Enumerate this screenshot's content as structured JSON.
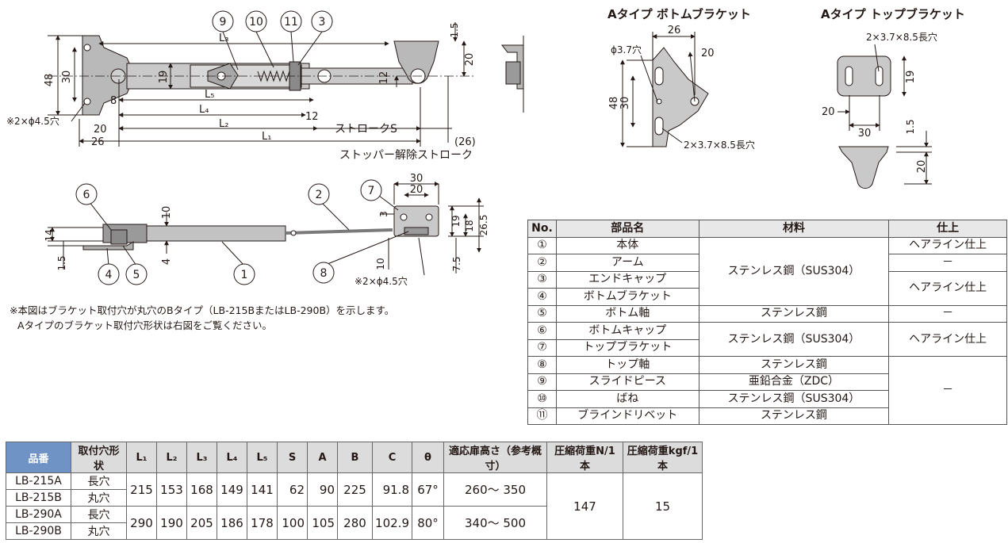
{
  "top_drawing": {
    "callouts": [
      "9",
      "10",
      "11",
      "3"
    ],
    "dims": {
      "L3": "L₃",
      "L5": "L₅",
      "L4": "L₄",
      "L2": "L₂",
      "L1": "L₁",
      "d48": "48",
      "d30": "30",
      "d19": "19",
      "d12": "12",
      "d15": "1.5",
      "d20": "20",
      "d8": "8",
      "d12b": "12",
      "d20b": "20",
      "d26": "26",
      "stroke": "ストロークS",
      "d26p": "(26)",
      "release": "ストッパー解除ストローク",
      "holes": "※2×ϕ4.5穴"
    }
  },
  "side_drawing": {
    "callouts": [
      "6",
      "2",
      "7",
      "4",
      "5",
      "1",
      "8"
    ],
    "dims": {
      "d10": "10",
      "d14": "14",
      "d4": "4",
      "d15": "1.5",
      "d30": "30",
      "d20": "20",
      "d3": "3",
      "d19": "19",
      "d18": "18",
      "d265": "26.5",
      "d10b": "10",
      "d75": "7.5",
      "holes": "※2×ϕ4.5穴"
    }
  },
  "notes": [
    "※本図はブラケット取付穴が丸穴のBタイプ（LB-215BまたはLB-290B）を示します。",
    "Aタイプのブラケット取付穴形状は右図をご覧ください。"
  ],
  "bottom_bracket": {
    "title": "Aタイプ ボトムブラケット",
    "dims": {
      "d26": "26",
      "phi": "ϕ3.7穴",
      "d20": "20",
      "d48": "48",
      "d30": "30",
      "slots": "2×3.7×8.5長穴"
    }
  },
  "top_bracket": {
    "title": "Aタイプ トップブラケット",
    "dims": {
      "slots": "2×3.7×8.5長穴",
      "d19": "19",
      "d20": "20",
      "d30": "30",
      "d15": "1.5",
      "d20b": "20"
    }
  },
  "parts_table": {
    "headers": [
      "No.",
      "部品名",
      "材料",
      "仕上"
    ],
    "rows": [
      {
        "no": "①",
        "name": "本体"
      },
      {
        "no": "②",
        "name": "アーム"
      },
      {
        "no": "③",
        "name": "エンドキャップ"
      },
      {
        "no": "④",
        "name": "ボトムブラケット"
      },
      {
        "no": "⑤",
        "name": "ボトム軸"
      },
      {
        "no": "⑥",
        "name": "ボトムキャップ"
      },
      {
        "no": "⑦",
        "name": "トップブラケット"
      },
      {
        "no": "⑧",
        "name": "トップ軸"
      },
      {
        "no": "⑨",
        "name": "スライドピース"
      },
      {
        "no": "⑩",
        "name": "ばね"
      },
      {
        "no": "⑪",
        "name": "ブラインドリベット"
      }
    ],
    "materials": {
      "m1": "ステンレス鋼（SUS304）",
      "m5": "ステンレス鋼",
      "m6": "ステンレス鋼（SUS304）",
      "m8": "ステンレス鋼",
      "m9": "亜鉛合金（ZDC）",
      "m10": "ステンレス鋼（SUS304）",
      "m11": "ステンレス鋼"
    },
    "finishes": {
      "f1": "ヘアライン仕上",
      "f2": "－",
      "f3": "ヘアライン仕上",
      "f5": "－",
      "f6": "ヘアライン仕上",
      "f8": "－"
    }
  },
  "spec_table": {
    "headers": [
      "品番",
      "取付穴形状",
      "L₁",
      "L₂",
      "L₃",
      "L₄",
      "L₅",
      "S",
      "A",
      "B",
      "C",
      "θ",
      "適応扉高さ（参考概寸）",
      "圧縮荷重N/1本",
      "圧縮荷重kgf/1本"
    ],
    "rows": [
      {
        "code": "LB-215A",
        "hole": "長穴"
      },
      {
        "code": "LB-215B",
        "hole": "丸穴"
      },
      {
        "code": "LB-290A",
        "hole": "長穴"
      },
      {
        "code": "LB-290B",
        "hole": "丸穴"
      }
    ],
    "group215": [
      "215",
      "153",
      "168",
      "149",
      "141",
      "62",
      "90",
      "225",
      "91.8",
      "67°",
      "260～ 350"
    ],
    "group290": [
      "290",
      "190",
      "205",
      "186",
      "178",
      "100",
      "105",
      "280",
      "102.9",
      "80°",
      "340～ 500"
    ],
    "load_n": "147",
    "load_kgf": "15"
  }
}
